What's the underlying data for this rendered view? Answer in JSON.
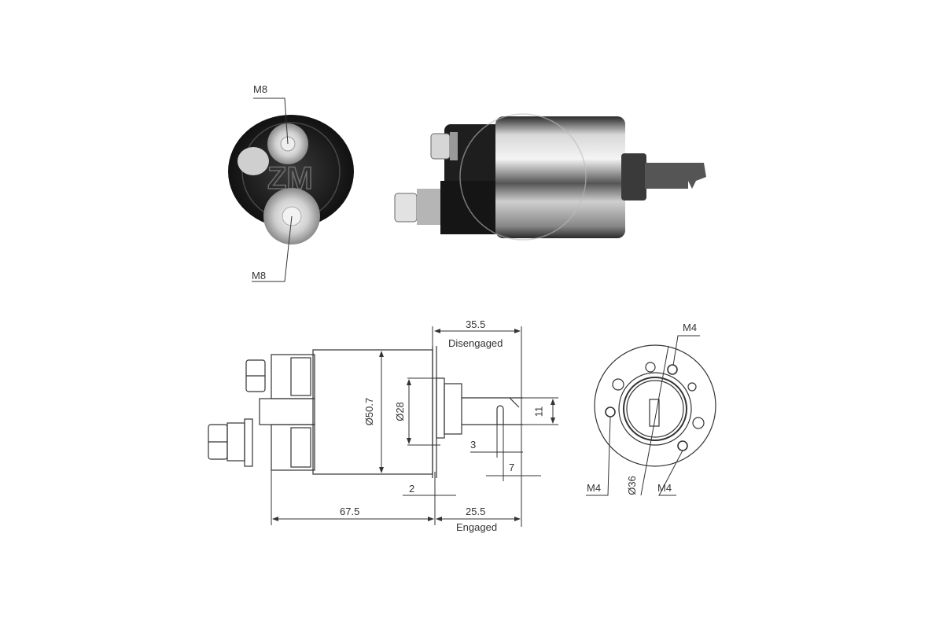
{
  "photo_end_view": {
    "labels": {
      "top_terminal": "M8",
      "bottom_terminal": "M8"
    }
  },
  "photo_side_view": {
    "watermark": "ZM"
  },
  "side_drawing": {
    "dimensions": {
      "disengaged_length": "35.5",
      "disengaged_label": "Disengaged",
      "engaged_length": "25.5",
      "engaged_label": "Engaged",
      "body_length": "67.5",
      "flange_thickness": "2",
      "body_diameter": "Ø50.7",
      "plunger_diameter": "Ø28",
      "tab_height": "11",
      "slot_width": "3",
      "slot_offset": "7"
    }
  },
  "end_drawing": {
    "labels": {
      "top_right_screw": "M4",
      "left_screw": "M4",
      "bottom_right_screw": "M4",
      "bolt_circle_diameter": "Ø36"
    }
  }
}
